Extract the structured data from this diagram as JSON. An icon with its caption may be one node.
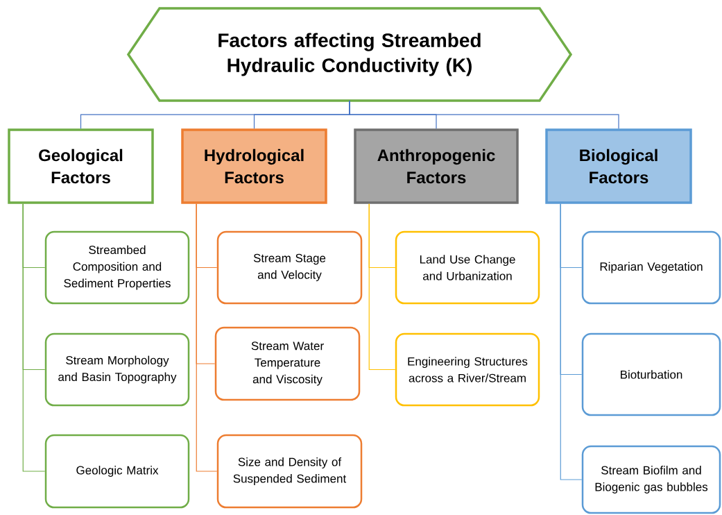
{
  "diagram": {
    "nodes": [
      {
        "text": [
          "Factors affecting Streambed Hydraulic Conductivity (K)"
        ]
      },
      {
        "text": [
          "Geological Factors"
        ]
      },
      {
        "text": [
          "Hydrological Factors"
        ]
      },
      {
        "text": [
          "Anthropogenic Factors"
        ]
      },
      {
        "text": [
          "Biological Factors"
        ]
      },
      {
        "text": [
          "Streambed Composition and Sediment Properties"
        ]
      },
      {
        "text": [
          "Stream Morphology and Basin Topography"
        ]
      },
      {
        "text": [
          "Geologic Matrix"
        ]
      },
      {
        "text": [
          "Stream Stage and Velocity"
        ]
      },
      {
        "text": [
          "Stream Water Temperature and Viscosity"
        ]
      },
      {
        "text": [
          "Size and Density of Suspended Sediment"
        ]
      },
      {
        "text": [
          "Land Use Change and Urbanization"
        ]
      },
      {
        "text": [
          "Engineering Structures across a River/Stream"
        ]
      },
      {
        "text": [
          "Riparian Vegetation"
        ]
      },
      {
        "text": [
          "Bioturbation"
        ]
      },
      {
        "text": [
          "Stream Biofilm and Biogenic gas bubbles"
        ]
      }
    ],
    "edges": [
      {
        "from": 0,
        "to": 1,
        "arrow": "none",
        "color": "#4472c4"
      },
      {
        "from": 0,
        "to": 2,
        "arrow": "none",
        "color": "#4472c4"
      },
      {
        "from": 0,
        "to": 3,
        "arrow": "none",
        "color": "#4472c4"
      },
      {
        "from": 0,
        "to": 4,
        "arrow": "none",
        "color": "#4472c4"
      },
      {
        "from": 1,
        "to": 5,
        "arrow": "none",
        "color": "#70ad47"
      },
      {
        "from": 1,
        "to": 6,
        "arrow": "none",
        "color": "#70ad47"
      },
      {
        "from": 1,
        "to": 7,
        "arrow": "none",
        "color": "#70ad47"
      },
      {
        "from": 2,
        "to": 8,
        "arrow": "none",
        "color": "#ed7d31"
      },
      {
        "from": 2,
        "to": 9,
        "arrow": "none",
        "color": "#ed7d31"
      },
      {
        "from": 2,
        "to": 10,
        "arrow": "none",
        "color": "#ed7d31"
      },
      {
        "from": 3,
        "to": 11,
        "arrow": "none",
        "color": "#ffc000"
      },
      {
        "from": 3,
        "to": 12,
        "arrow": "none",
        "color": "#ffc000"
      },
      {
        "from": 4,
        "to": 13,
        "arrow": "none",
        "color": "#5b9bd5"
      },
      {
        "from": 4,
        "to": 14,
        "arrow": "none",
        "color": "#5b9bd5"
      },
      {
        "from": 4,
        "to": 15,
        "arrow": "none",
        "color": "#5b9bd5"
      }
    ]
  }
}
